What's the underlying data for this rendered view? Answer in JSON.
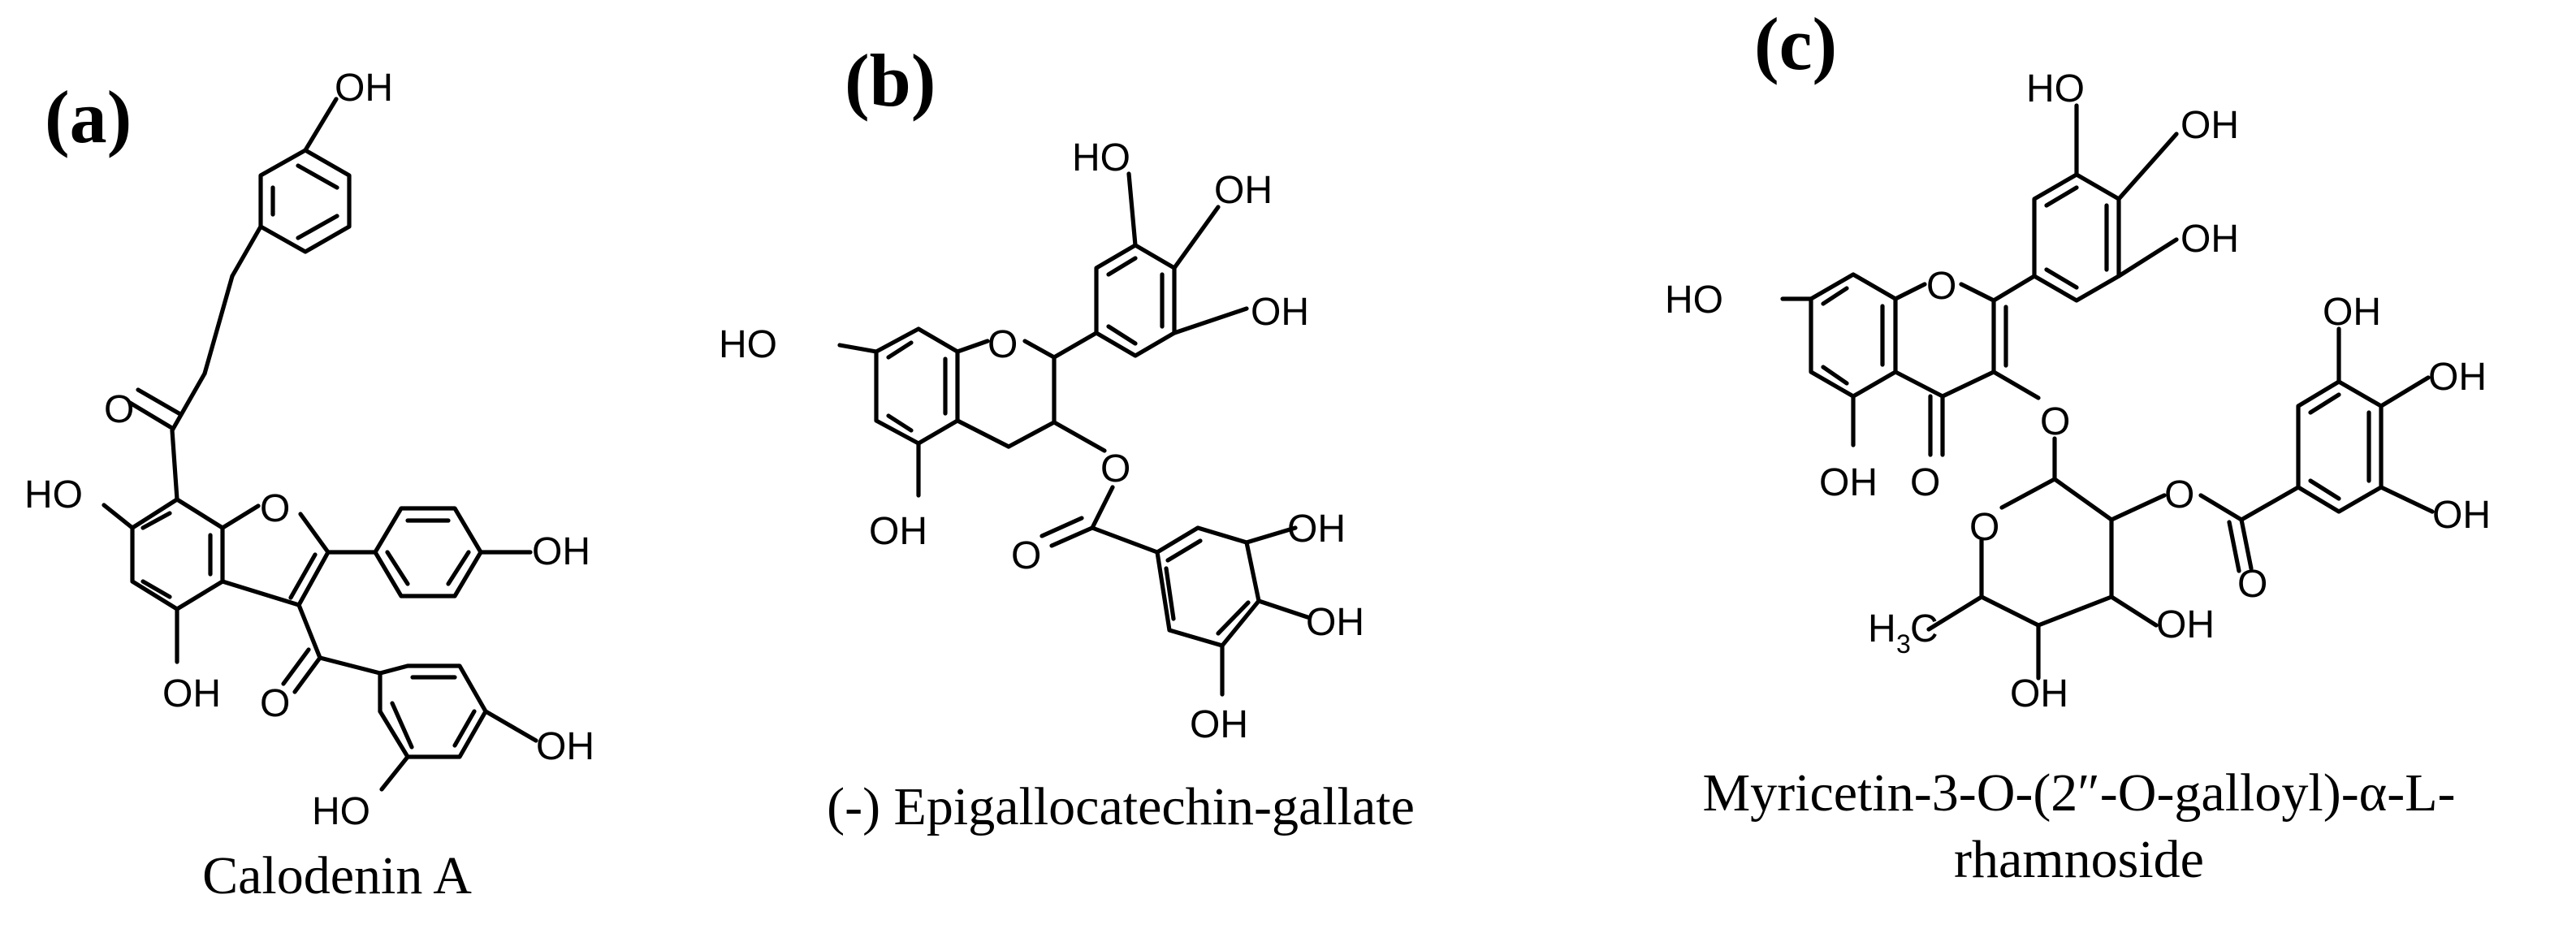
{
  "panels": [
    {
      "letter": "(a)",
      "caption_lines": [
        "Calodenin A"
      ],
      "atom_labels": [
        "OH",
        "O",
        "HO",
        "O",
        "OH",
        "OH",
        "O",
        "OH",
        "HO"
      ]
    },
    {
      "letter": "(b)",
      "caption_lines": [
        "(-) Epigallocatechin-gallate"
      ],
      "atom_labels": [
        "HO",
        "OH",
        "HO",
        "O",
        "OH",
        "O",
        "OH",
        "O",
        "OH",
        "OH",
        "OH"
      ]
    },
    {
      "letter": "(c)",
      "caption_lines": [
        "Myricetin-3-O-(2″-O-galloyl)-α-L-",
        "rhamnoside"
      ],
      "atom_labels": [
        "HO",
        "OH",
        "OH",
        "HO",
        "O",
        "OH",
        "O",
        "OH",
        "O",
        "OH",
        "O",
        "OH",
        "O",
        "OH",
        "O",
        "H",
        "3",
        "C",
        "OH"
      ]
    }
  ]
}
